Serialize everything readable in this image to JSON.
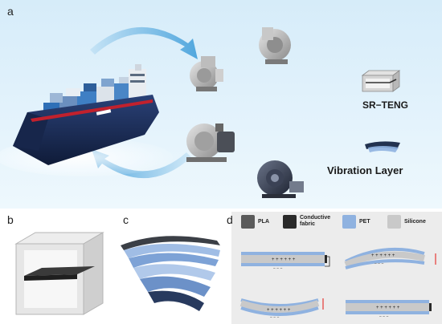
{
  "panel_labels": {
    "a": "a",
    "b": "b",
    "c": "c",
    "d": "d"
  },
  "device_labels": {
    "sr_teng": "SR−TENG",
    "vibration_layer": "Vibration Layer"
  },
  "legend": [
    {
      "name": "legend-pla",
      "label": "PLA",
      "color": "#5b5b5b"
    },
    {
      "name": "legend-conductive-fabric",
      "label": "Conductive\nfabric",
      "color": "#2a2a2a"
    },
    {
      "name": "legend-pet",
      "label": "PET",
      "color": "#8fb2e0"
    },
    {
      "name": "legend-silicone",
      "label": "Silicone",
      "color": "#c9c9c9"
    }
  ],
  "charges": {
    "positive": "+ + + + + +",
    "negative": "− − −"
  },
  "colors": {
    "sky": "#d6ecf9",
    "arrow": "#4aa3dc",
    "hull": "#1d2f5a",
    "pet": "#8fb2e0",
    "silicone": "#c9c9c9",
    "indicator": "#e53935"
  }
}
